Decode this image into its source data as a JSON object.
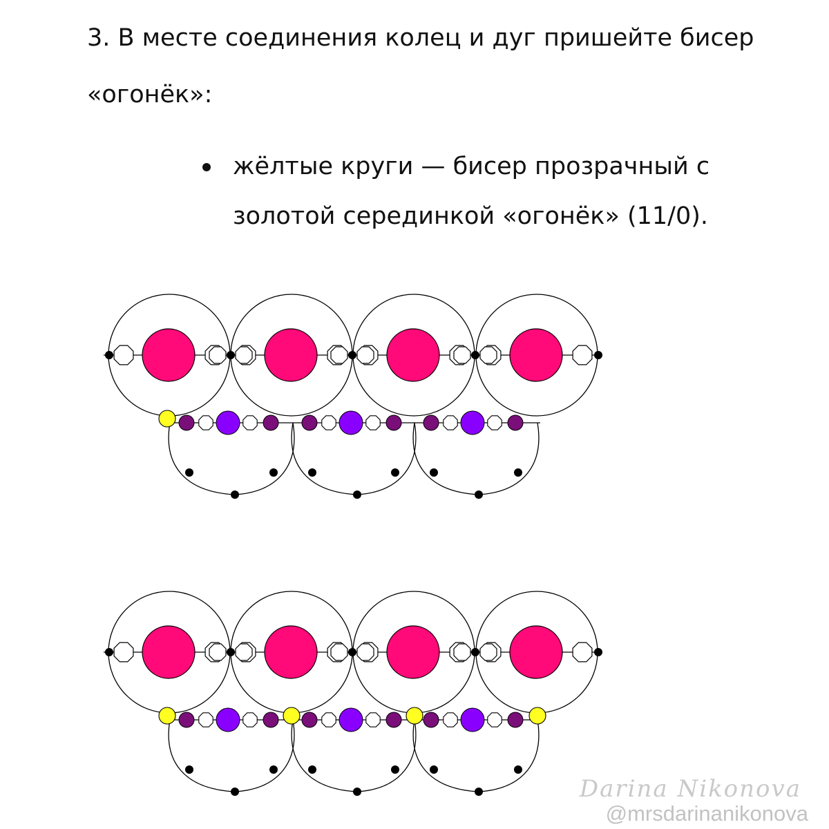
{
  "text": {
    "step": "3. В месте соединения колец и дуг пришейте бисер «огонёк»:",
    "bullet": "жёлтые круги — бисер прозрачный с золотой серединкой «огонёк» (11/0)."
  },
  "watermark": {
    "signature": "Darina Nikonova",
    "handle": "@mrsdarinanikonova"
  },
  "colors": {
    "large_bead": "#ff0a78",
    "violet_bead": "#8a00ff",
    "purple_bead": "#7a0f7a",
    "ogonek_bead": "#ffff22",
    "black_bead": "#000000",
    "line": "#000000"
  },
  "diagrams": [
    {
      "id": "diagram-top",
      "ring_count": 4,
      "arc_count": 3,
      "ogonek_positions": [
        "left-end"
      ]
    },
    {
      "id": "diagram-bottom",
      "ring_count": 4,
      "arc_count": 3,
      "ogonek_positions": [
        "left-end",
        "junction-1",
        "junction-2",
        "right-end"
      ]
    }
  ]
}
